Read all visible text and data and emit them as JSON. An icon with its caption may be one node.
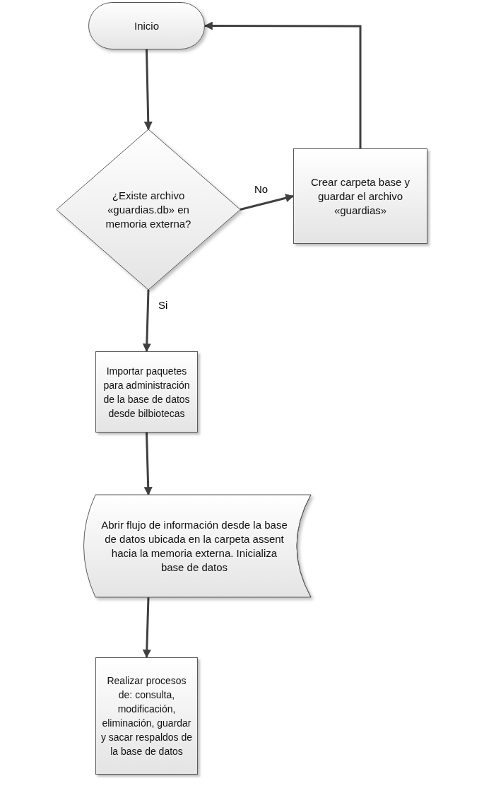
{
  "diagram": {
    "nodes": [
      {
        "text": [
          "Inicio"
        ]
      },
      {
        "text": [
          "¿Existe archivo «guardias.db» en memoria externa?"
        ]
      },
      {
        "text": [
          "Crear carpeta base y guardar el archivo «guardias»"
        ]
      },
      {
        "text": [
          "Importar paquetes para administración de la base de datos desde bilbiotecas"
        ]
      },
      {
        "text": [
          "Abrir flujo de  información desde la base de datos ubicada en la carpeta assent hacia la memoria externa. Inicializa base de datos"
        ]
      },
      {
        "text": [
          "Realizar procesos de: consulta, modificación, eliminación, guardar y sacar respaldos de la base de datos"
        ]
      }
    ],
    "edges": [
      {
        "from": 0,
        "to": 1,
        "arrow": "to"
      },
      {
        "from": 1,
        "to": 2,
        "arrow": "to",
        "label": "No"
      },
      {
        "from": 2,
        "to": 0,
        "arrow": "to"
      },
      {
        "from": 1,
        "to": 3,
        "arrow": "to",
        "label": "Si"
      },
      {
        "from": 3,
        "to": 4,
        "arrow": "to"
      },
      {
        "from": 4,
        "to": 5,
        "arrow": "to"
      }
    ]
  }
}
